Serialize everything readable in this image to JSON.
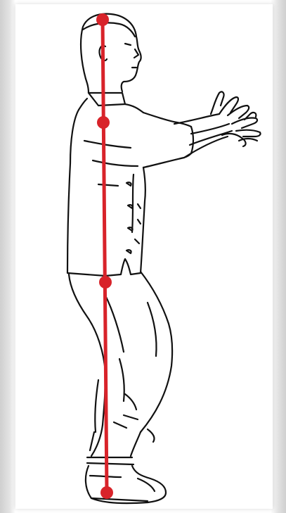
{
  "diagram": {
    "alignment_points": [
      {
        "id": "head-crown"
      },
      {
        "id": "shoulder"
      },
      {
        "id": "hip"
      },
      {
        "id": "ankle"
      }
    ],
    "colors": {
      "alignment_line": "#d8232a",
      "outline": "#111111",
      "background": "#ffffff"
    }
  }
}
